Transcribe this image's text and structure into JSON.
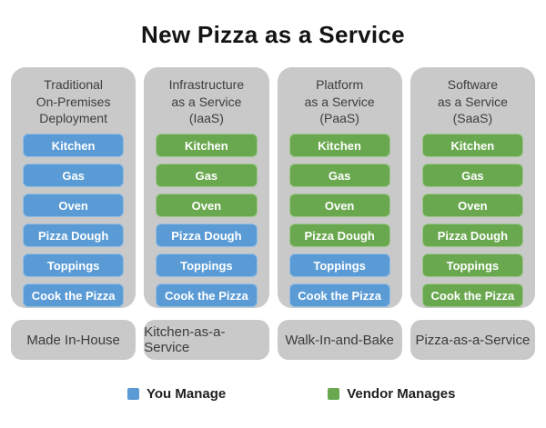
{
  "title": "New Pizza as a Service",
  "colors": {
    "you_manage_blue": "#5b9bd5",
    "vendor_manages_green": "#6aa84f",
    "panel_gray": "#c9c9c9"
  },
  "columns": [
    {
      "header_lines": [
        "Traditional",
        "On-Premises",
        "Deployment"
      ],
      "items": [
        {
          "label": "Kitchen",
          "managed_by": "you",
          "color": "#5b9bd5"
        },
        {
          "label": "Gas",
          "managed_by": "you",
          "color": "#5b9bd5"
        },
        {
          "label": "Oven",
          "managed_by": "you",
          "color": "#5b9bd5"
        },
        {
          "label": "Pizza Dough",
          "managed_by": "you",
          "color": "#5b9bd5"
        },
        {
          "label": "Toppings",
          "managed_by": "you",
          "color": "#5b9bd5"
        },
        {
          "label": "Cook the Pizza",
          "managed_by": "you",
          "color": "#5b9bd5"
        }
      ],
      "footer": "Made In-House"
    },
    {
      "header_lines": [
        "Infrastructure",
        "as a Service",
        "(IaaS)"
      ],
      "items": [
        {
          "label": "Kitchen",
          "managed_by": "vendor",
          "color": "#6aa84f"
        },
        {
          "label": "Gas",
          "managed_by": "vendor",
          "color": "#6aa84f"
        },
        {
          "label": "Oven",
          "managed_by": "vendor",
          "color": "#6aa84f"
        },
        {
          "label": "Pizza Dough",
          "managed_by": "you",
          "color": "#5b9bd5"
        },
        {
          "label": "Toppings",
          "managed_by": "you",
          "color": "#5b9bd5"
        },
        {
          "label": "Cook the Pizza",
          "managed_by": "you",
          "color": "#5b9bd5"
        }
      ],
      "footer": "Kitchen-as-a-Service"
    },
    {
      "header_lines": [
        "Platform",
        "as a Service",
        "(PaaS)"
      ],
      "items": [
        {
          "label": "Kitchen",
          "managed_by": "vendor",
          "color": "#6aa84f"
        },
        {
          "label": "Gas",
          "managed_by": "vendor",
          "color": "#6aa84f"
        },
        {
          "label": "Oven",
          "managed_by": "vendor",
          "color": "#6aa84f"
        },
        {
          "label": "Pizza Dough",
          "managed_by": "vendor",
          "color": "#6aa84f"
        },
        {
          "label": "Toppings",
          "managed_by": "you",
          "color": "#5b9bd5"
        },
        {
          "label": "Cook the Pizza",
          "managed_by": "you",
          "color": "#5b9bd5"
        }
      ],
      "footer": "Walk-In-and-Bake"
    },
    {
      "header_lines": [
        "Software",
        "as a Service",
        "(SaaS)"
      ],
      "items": [
        {
          "label": "Kitchen",
          "managed_by": "vendor",
          "color": "#6aa84f"
        },
        {
          "label": "Gas",
          "managed_by": "vendor",
          "color": "#6aa84f"
        },
        {
          "label": "Oven",
          "managed_by": "vendor",
          "color": "#6aa84f"
        },
        {
          "label": "Pizza Dough",
          "managed_by": "vendor",
          "color": "#6aa84f"
        },
        {
          "label": "Toppings",
          "managed_by": "vendor",
          "color": "#6aa84f"
        },
        {
          "label": "Cook the Pizza",
          "managed_by": "vendor",
          "color": "#6aa84f"
        }
      ],
      "footer": "Pizza-as-a-Service"
    }
  ],
  "legend": [
    {
      "label": "You Manage",
      "color": "#5b9bd5"
    },
    {
      "label": "Vendor Manages",
      "color": "#6aa84f"
    }
  ]
}
